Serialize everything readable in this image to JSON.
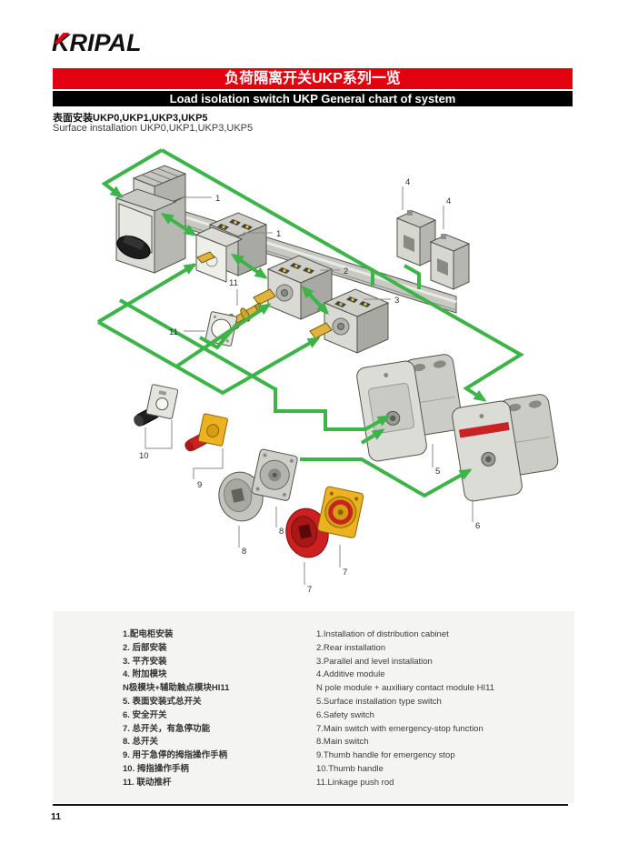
{
  "logo": {
    "text": "KRIPAL",
    "accent_color": "#e3000f"
  },
  "banners": {
    "title_zh": "负荷隔离开关UKP系列一览",
    "title_en": "Load isolation switch UKP General chart of system",
    "red": "#e3000f",
    "black": "#000000"
  },
  "subtitle": {
    "zh": "表面安装UKP0,UKP1,UKP3,UKP5",
    "en": "Surface installation UKP0,UKP1,UKP3,UKP5"
  },
  "diagram": {
    "arrow_color": "#3cb448",
    "part_colors": {
      "yellow": "#edb220",
      "red": "#cd2020",
      "gray": "#d8d8d2"
    },
    "callouts": [
      "1",
      "1",
      "2",
      "3",
      "4",
      "4",
      "5",
      "6",
      "7",
      "7",
      "8",
      "8",
      "9",
      "10",
      "11",
      "11"
    ]
  },
  "legend": {
    "rows": [
      {
        "zh": "1.配电柜安装",
        "en": "1.Installation of distribution cabinet"
      },
      {
        "zh": "2. 后部安装",
        "en": "2.Rear installation"
      },
      {
        "zh": "3. 平齐安装",
        "en": "3.Parallel and level installation"
      },
      {
        "zh": "4. 附加模块",
        "en": "4.Additive module"
      },
      {
        "zh": "N极模块+辅助触点模块HI11",
        "en": "N pole module + auxiliary contact module HI11"
      },
      {
        "zh": "5. 表面安装式总开关",
        "en": "5.Surface installation type switch"
      },
      {
        "zh": "6. 安全开关",
        "en": "6.Safety switch"
      },
      {
        "zh": "7. 总开关，有急停功能",
        "en": "7.Main switch with emergency-stop function"
      },
      {
        "zh": "8. 总开关",
        "en": "8.Main switch"
      },
      {
        "zh": "9. 用于急停的拇指操作手柄",
        "en": "9.Thumb handle for emergency stop"
      },
      {
        "zh": "10. 拇指操作手柄",
        "en": "10.Thumb handle"
      },
      {
        "zh": "11. 联动推杆",
        "en": "11.Linkage push rod"
      }
    ]
  },
  "footer": {
    "page_number": "11"
  }
}
